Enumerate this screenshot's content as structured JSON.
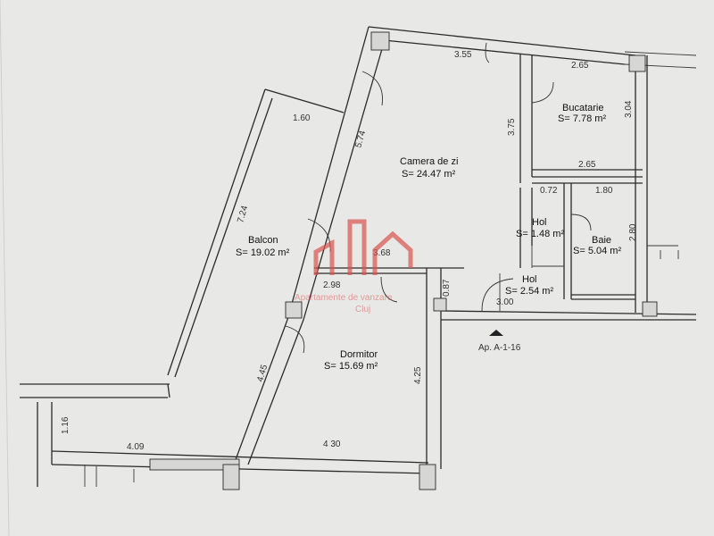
{
  "rooms": {
    "camera": {
      "name": "Camera de zi",
      "area": "S= 24.47 m²"
    },
    "bucatarie": {
      "name": "Bucatarie",
      "area": "S= 7.78 m²"
    },
    "hol1": {
      "name": "Hol",
      "area": "S= 1.48 m²"
    },
    "baie": {
      "name": "Baie",
      "area": "S= 5.04 m²"
    },
    "hol2": {
      "name": "Hol",
      "area": "S= 2.54 m²"
    },
    "balcon": {
      "name": "Balcon",
      "area": "S= 19.02 m²"
    },
    "dormitor": {
      "name": "Dormitor",
      "area": "S= 15.69 m²"
    }
  },
  "dimensions": {
    "d355": "3.55",
    "d265a": "2.65",
    "d304": "3.04",
    "d375": "3.75",
    "d265b": "2.65",
    "d072": "0.72",
    "d180": "1.80",
    "d280": "2.80",
    "d160": "1.60",
    "d574": "5.74",
    "d724": "7.24",
    "d368": "3.68",
    "d298": "2.98",
    "d087": "0.87",
    "d300": "3.00",
    "d445": "4.45",
    "d425": "4.25",
    "d116": "1.16",
    "d409": "4.09",
    "d430": "4 30"
  },
  "apartment_label": "Ap. A-1-16",
  "watermark": {
    "line1": "Apartamente de vanzare",
    "line2": "Cluj",
    "color": "#d9534f"
  }
}
